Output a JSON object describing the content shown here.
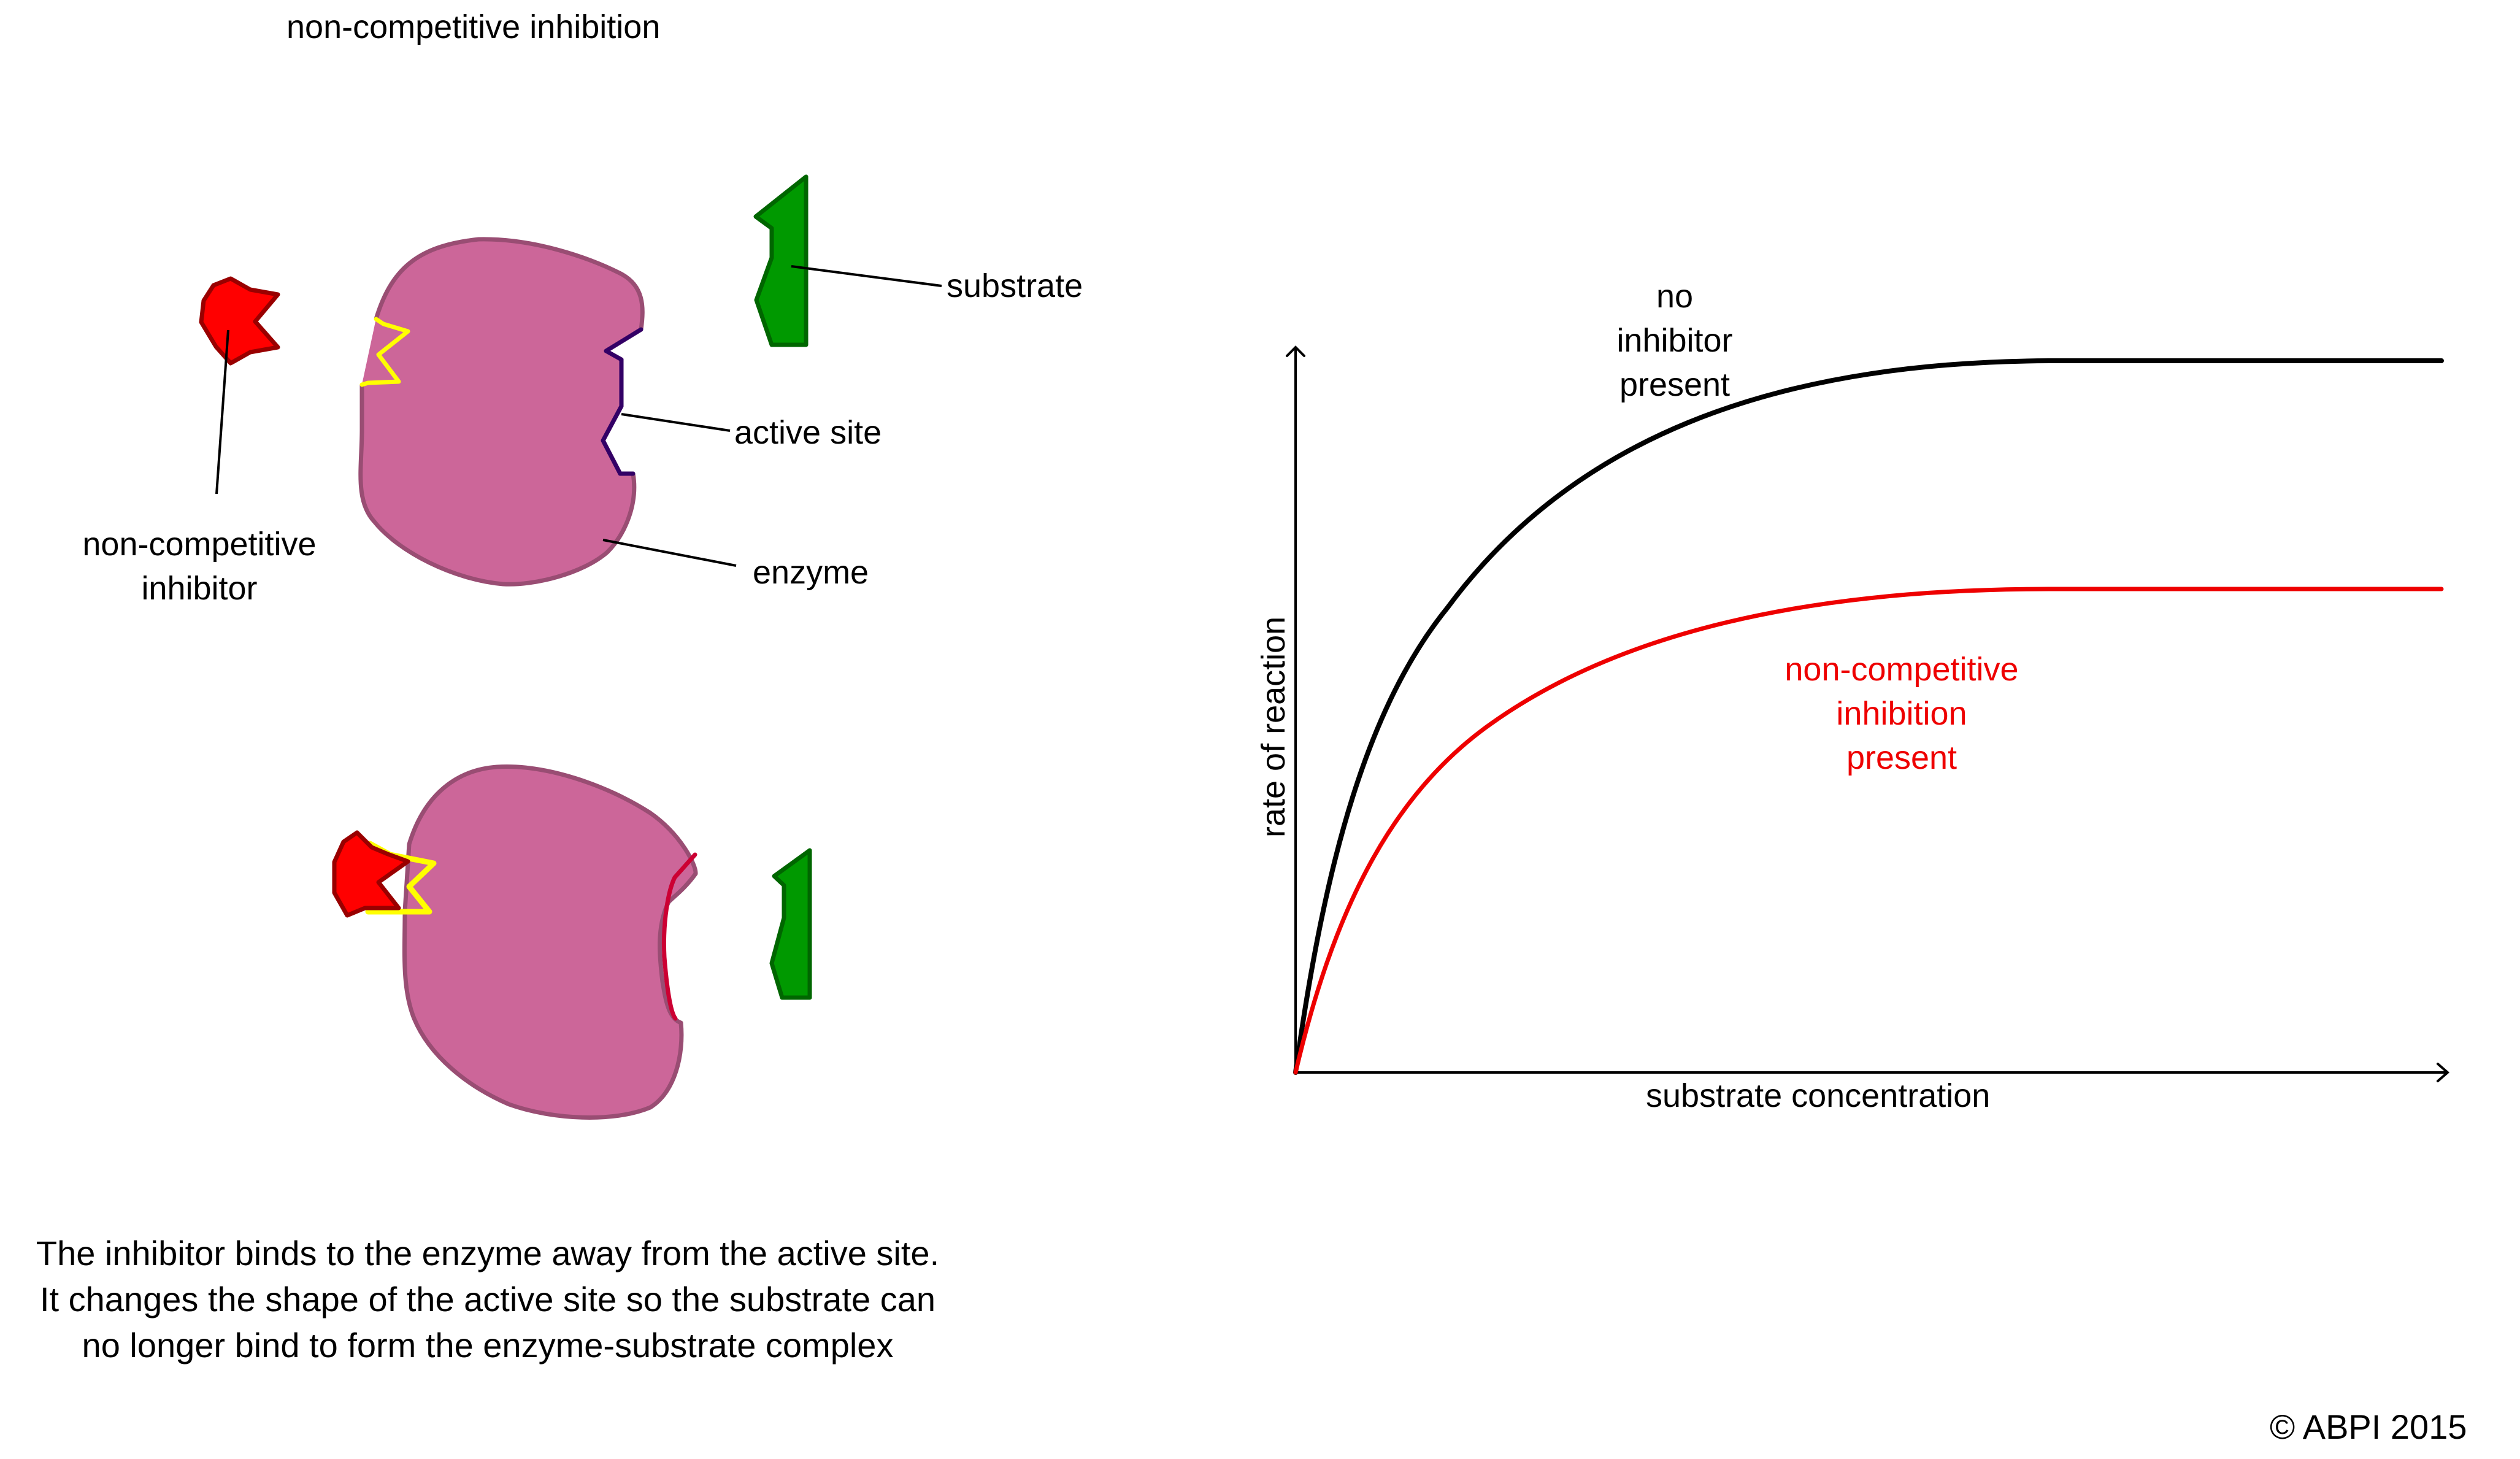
{
  "title": "non-competitive inhibition",
  "diagram": {
    "labels": {
      "substrate": "substrate",
      "active_site": "active site",
      "enzyme": "enzyme",
      "inhibitor_line1": "non-competitive",
      "inhibitor_line2": "inhibitor"
    },
    "colors": {
      "enzyme_fill": "#cc6699",
      "enzyme_stroke": "#994d73",
      "inhibitor_fill": "#ff0000",
      "inhibitor_stroke": "#990000",
      "substrate_fill": "#009900",
      "substrate_stroke": "#006600",
      "allosteric_site": "#ffff00",
      "active_site": "#330066",
      "changed_active_site": "#cc0033"
    }
  },
  "explanation": {
    "line1": "The inhibitor binds to the enzyme away from the active site.",
    "line2": "It changes the shape of the active site so the substrate can",
    "line3": "no longer bind to form the enzyme-substrate complex"
  },
  "chart_data": {
    "type": "line",
    "title": "",
    "xlabel": "substrate concentration",
    "ylabel": "rate of reaction",
    "x": [
      0,
      0.05,
      0.1,
      0.15,
      0.2,
      0.3,
      0.4,
      0.5,
      0.6,
      0.65,
      0.7,
      0.8,
      0.9,
      1.0
    ],
    "series": [
      {
        "name": "no inhibitor present",
        "color": "#000000",
        "values": [
          0,
          0.38,
          0.6,
          0.74,
          0.83,
          0.93,
          0.975,
          0.993,
          1.0,
          1.0,
          1.0,
          1.0,
          1.0,
          1.0
        ]
      },
      {
        "name": "non-competitive inhibition present",
        "color": "#ee0000",
        "values": [
          0,
          0.25,
          0.4,
          0.5,
          0.56,
          0.62,
          0.65,
          0.665,
          0.67,
          0.67,
          0.67,
          0.67,
          0.67,
          0.67
        ]
      }
    ],
    "annotations": {
      "black_line1": "no",
      "black_line2": "inhibitor",
      "black_line3": "present",
      "red_line1": "non-competitive",
      "red_line2": "inhibition",
      "red_line3": "present"
    },
    "grid": false,
    "ticks": "none",
    "legend": "inline annotations"
  },
  "copyright": "© ABPI 2015"
}
